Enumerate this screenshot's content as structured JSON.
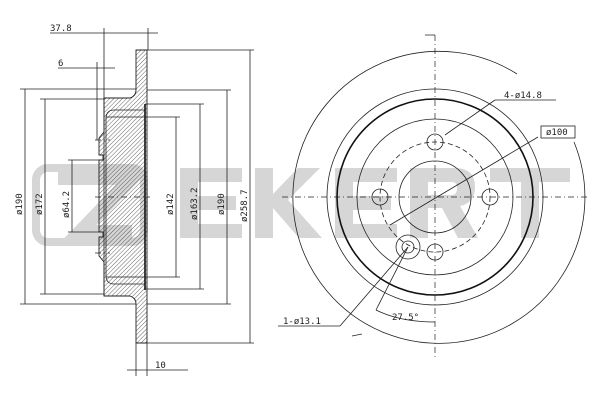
{
  "watermark": {
    "brand": "ZEKERT",
    "color": "#d6d6d6"
  },
  "side_view": {
    "dims": {
      "overall_height": "37.8",
      "hub_offset": "6",
      "disc_thickness": "10",
      "outer_dia_left": "ø190",
      "dia_172": "ø172",
      "center_bore": "ø64.2",
      "dia_142": "ø142",
      "dia_163_2": "ø163.2",
      "dia_190": "ø190",
      "outer_dia": "ø258.7"
    }
  },
  "front_view": {
    "bolt_holes": "4-ø14.8",
    "pcd": "ø100",
    "aux_hole": "1-ø13.1",
    "angle": "27.5°"
  }
}
